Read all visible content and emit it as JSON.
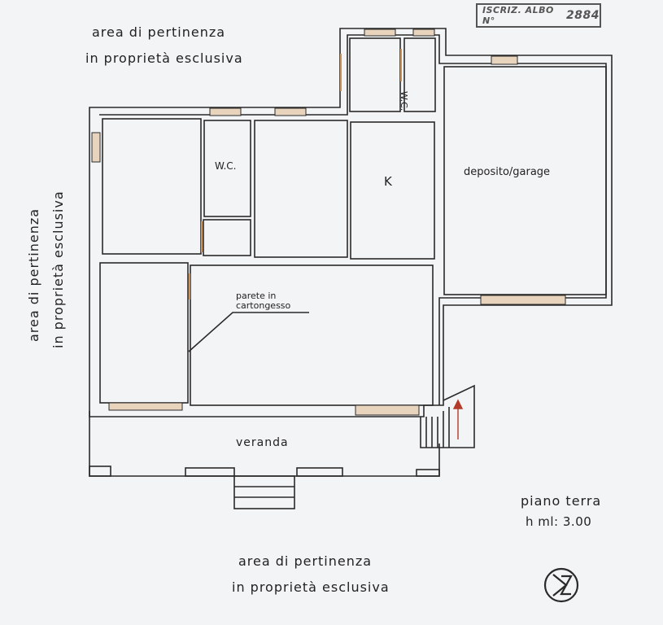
{
  "stamp": {
    "label": "ISCRIZ. ALBO N°",
    "number": "2884"
  },
  "areas": {
    "top_line1": "area di pertinenza",
    "top_line2": "in proprietà esclusiva",
    "left_line1": "area di pertinenza",
    "left_line2": "in proprietà esclusiva",
    "bottom_line1": "area di pertinenza",
    "bottom_line2": "in proprietà esclusiva"
  },
  "rooms": {
    "wc_top": "W.C.",
    "wc_main": "W.C.",
    "kitchen": "K",
    "garage": "deposito/garage",
    "veranda": "veranda"
  },
  "annotation": {
    "line1": "parete in",
    "line2": "cartongesso"
  },
  "floor": {
    "name": "piano terra",
    "height": "h ml: 3.00"
  },
  "colors": {
    "wall": "#2a2a2a",
    "window": "#c9925a",
    "paper": "#f3f4f6"
  },
  "icons": {
    "north": "north-compass-icon",
    "stairs_arrow": "stairs-up-arrow-icon"
  }
}
